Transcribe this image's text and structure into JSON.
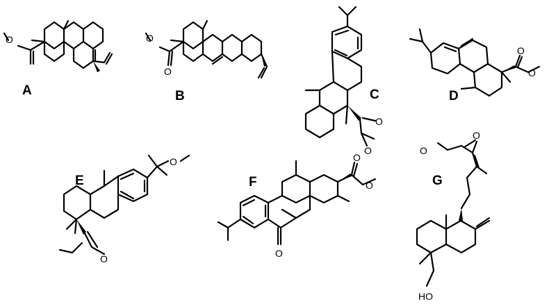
{
  "compounds": [
    {
      "label": "A"
    },
    {
      "label": "B"
    },
    {
      "label": "C"
    },
    {
      "label": "D"
    },
    {
      "label": "E"
    },
    {
      "label": "F"
    },
    {
      "label": "G"
    }
  ],
  "atoms": {
    "oxygen": "O",
    "hydroxyl": "HO"
  }
}
